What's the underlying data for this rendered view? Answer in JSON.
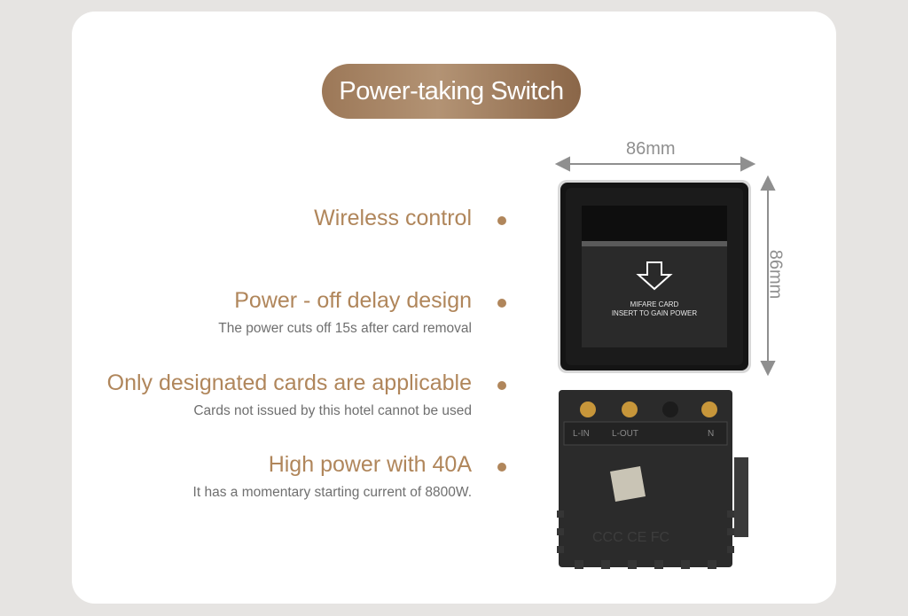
{
  "title": "Power-taking Switch",
  "features": [
    {
      "heading": "Wireless control",
      "sub": ""
    },
    {
      "heading": "Power - off delay design",
      "sub": "The power cuts off 15s after card removal"
    },
    {
      "heading": "Only designated cards are applicable",
      "sub": "Cards not issued by this hotel cannot be used"
    },
    {
      "heading": "High power with 40A",
      "sub": "It has a momentary starting current of 8800W."
    }
  ],
  "dimensions": {
    "width": "86mm",
    "height": "86mm"
  },
  "device": {
    "card_text_line1": "MIFARE CARD",
    "card_text_line2": "INSERT TO GAIN POWER",
    "terminal_labels": [
      "L-IN",
      "L-OUT",
      "N"
    ],
    "certifications": "CCC CE FC"
  },
  "colors": {
    "accent": "#b0865b",
    "pill": "#a88566",
    "panel": "#1e1e1e"
  }
}
